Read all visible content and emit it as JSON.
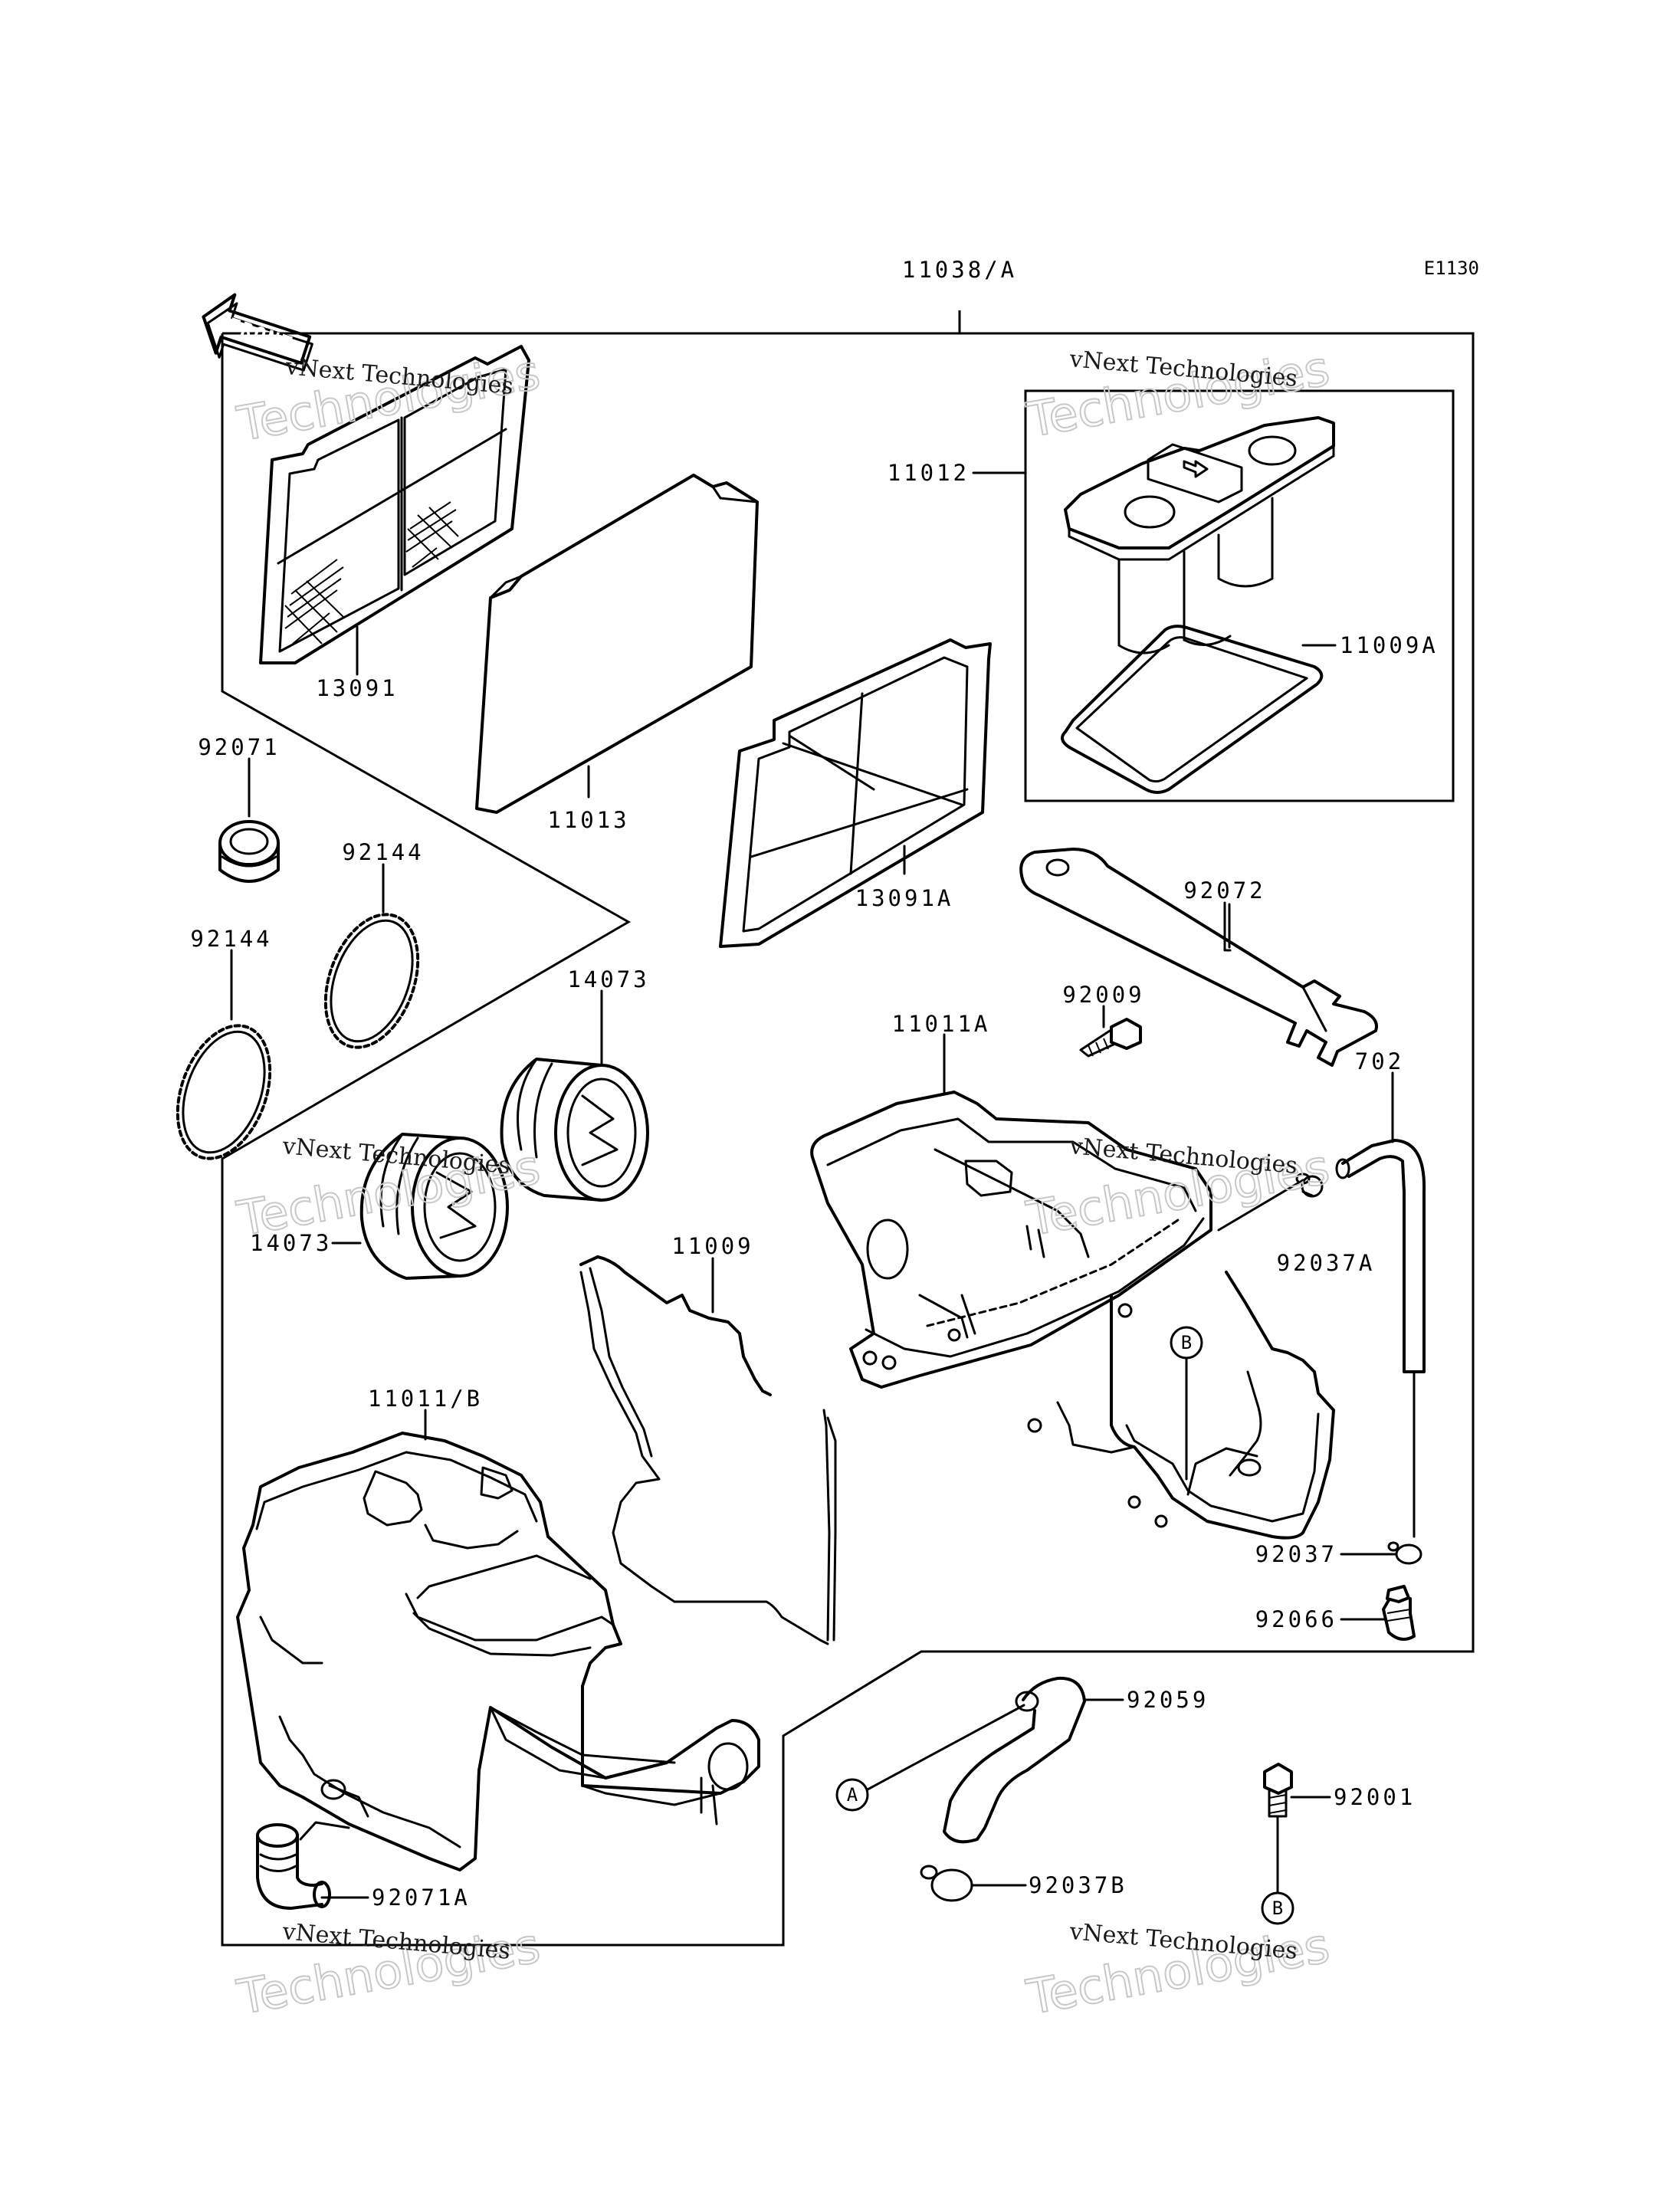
{
  "diagram": {
    "code": "E1130",
    "front_label": "FRONT",
    "watermark_line1": "vNext Technologies",
    "watermark_line2": "Technologies",
    "callout_letters": {
      "a": "A",
      "b": "B"
    },
    "parts": {
      "p11038A": "11038/A",
      "p11012": "11012",
      "p11009A": "11009A",
      "p13091": "13091",
      "p11013": "11013",
      "p13091A": "13091A",
      "p92071": "92071",
      "p92144a": "92144",
      "p92144b": "92144",
      "p14073a": "14073",
      "p14073b": "14073",
      "p92072": "92072",
      "p92009": "92009",
      "p11011A": "11011A",
      "p702": "702",
      "p92037A": "92037A",
      "p11009": "11009",
      "p11011B": "11011/B",
      "p92037": "92037",
      "p92066": "92066",
      "p92059": "92059",
      "p92001": "92001",
      "p92037B": "92037B",
      "p92071A": "92071A"
    }
  }
}
